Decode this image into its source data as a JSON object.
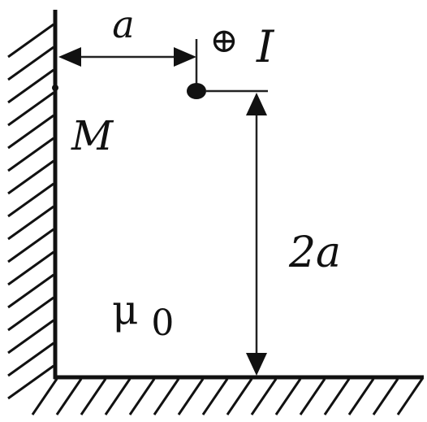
{
  "labels": {
    "distance_horizontal": "a",
    "current_symbol": "⊕",
    "current": "I",
    "point": "M",
    "distance_vertical": "2a",
    "permeability_mu": "μ",
    "permeability_sub": "0"
  },
  "colors": {
    "ink": "#111111",
    "arrow": "#1a1a1a",
    "background": "#ffffff"
  }
}
